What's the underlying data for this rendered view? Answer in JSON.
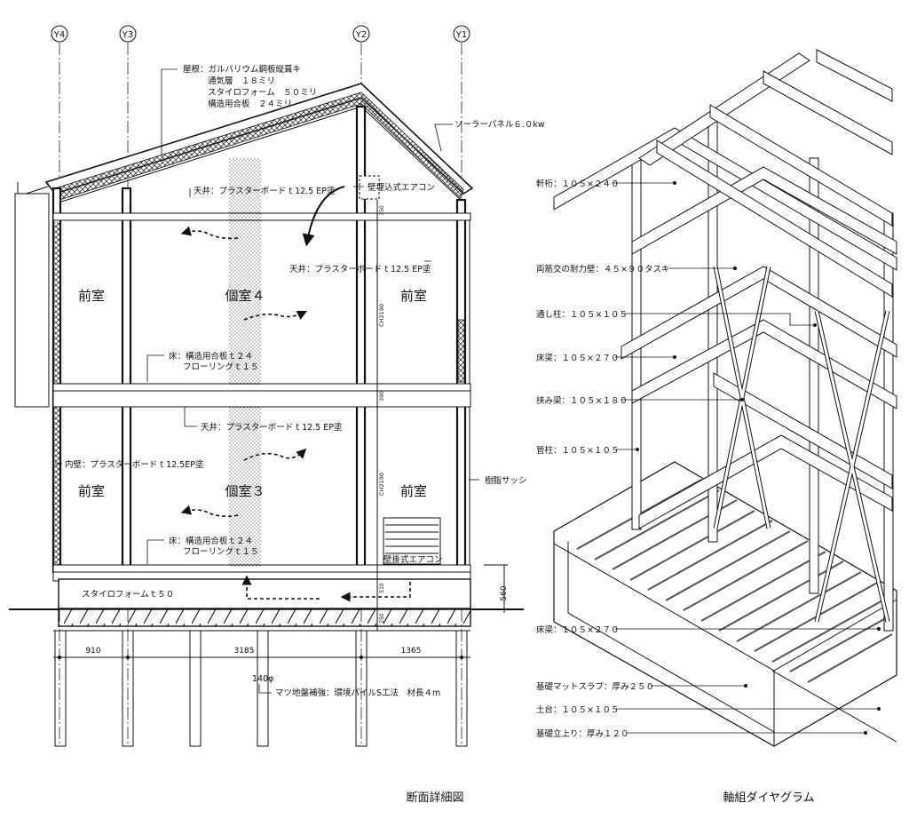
{
  "grid_labels": [
    "Y4",
    "Y3",
    "Y2",
    "Y1"
  ],
  "rooms": {
    "upper_left": "前室",
    "upper_center": "個室４",
    "upper_right": "前室",
    "lower_left": "前室",
    "lower_center": "個室３",
    "lower_right": "前室"
  },
  "section_notes": {
    "roof_1": "屋根：ガルバリウム鋼板縦葺キ",
    "roof_2": "通気層　１８ミリ",
    "roof_3": "スタイロフォーム　５０ミリ",
    "roof_4": "構造用合板　２４ミリ",
    "solar": "ソーラーパネル６.０kw",
    "ac_upper": "壁埋込式エアコン",
    "ceiling_attic": "天井：プラスターボード t 12.5 EP塗",
    "ceiling_right": "天井：プラスターボード t 12.5 EP塗",
    "floor_2f_1": "床：構造用合板ｔ２４",
    "floor_2f_2": "フローリングｔ１５",
    "ceiling_1f": "天井：プラスターボード t 12.5 EP塗",
    "inner_wall": "内壁：プラスターボード t 12.5EP塗",
    "sash": "樹脂サッシ",
    "floor_1f_1": "床：構造用合板ｔ２４",
    "floor_1f_2": "フローリングｔ１５",
    "ac_lower": "壁掛式エアコン",
    "styrofoam": "スタイロフォームｔ５０",
    "pile_dia": "140φ",
    "pile_note": "マツ地盤補強：環境パイルS工法　材長４m"
  },
  "dimensions": {
    "span_1": "910",
    "span_2": "3185",
    "span_3": "1365",
    "height_1": "560",
    "ch_upper": "CH2190",
    "ch_lower": "CH2190",
    "d_350_top": "350",
    "d_390": "390",
    "d_510": "510",
    "d_250": "250"
  },
  "axo_labels": {
    "nokigeta": "軒桁：１０５×２４０",
    "brace": "両筋交の耐力壁：４５×９０タスキ",
    "toshibashira": "通し柱：１０５×１０５",
    "yukahari_upper": "床梁：１０５×２７０",
    "hasamibari": "挟み梁：１０５×１８０",
    "kudabashira": "管柱：１０５×１０５",
    "yukahari_lower": "床梁：１０５×２７０",
    "mat_slab": "基礎マットスラブ：厚み２５０",
    "dodai": "土台：１０５×１０５",
    "kiso": "基礎立上り：厚み１２０"
  },
  "captions": {
    "section": "断面詳細図",
    "axonometric": "軸組ダイヤグラム"
  }
}
